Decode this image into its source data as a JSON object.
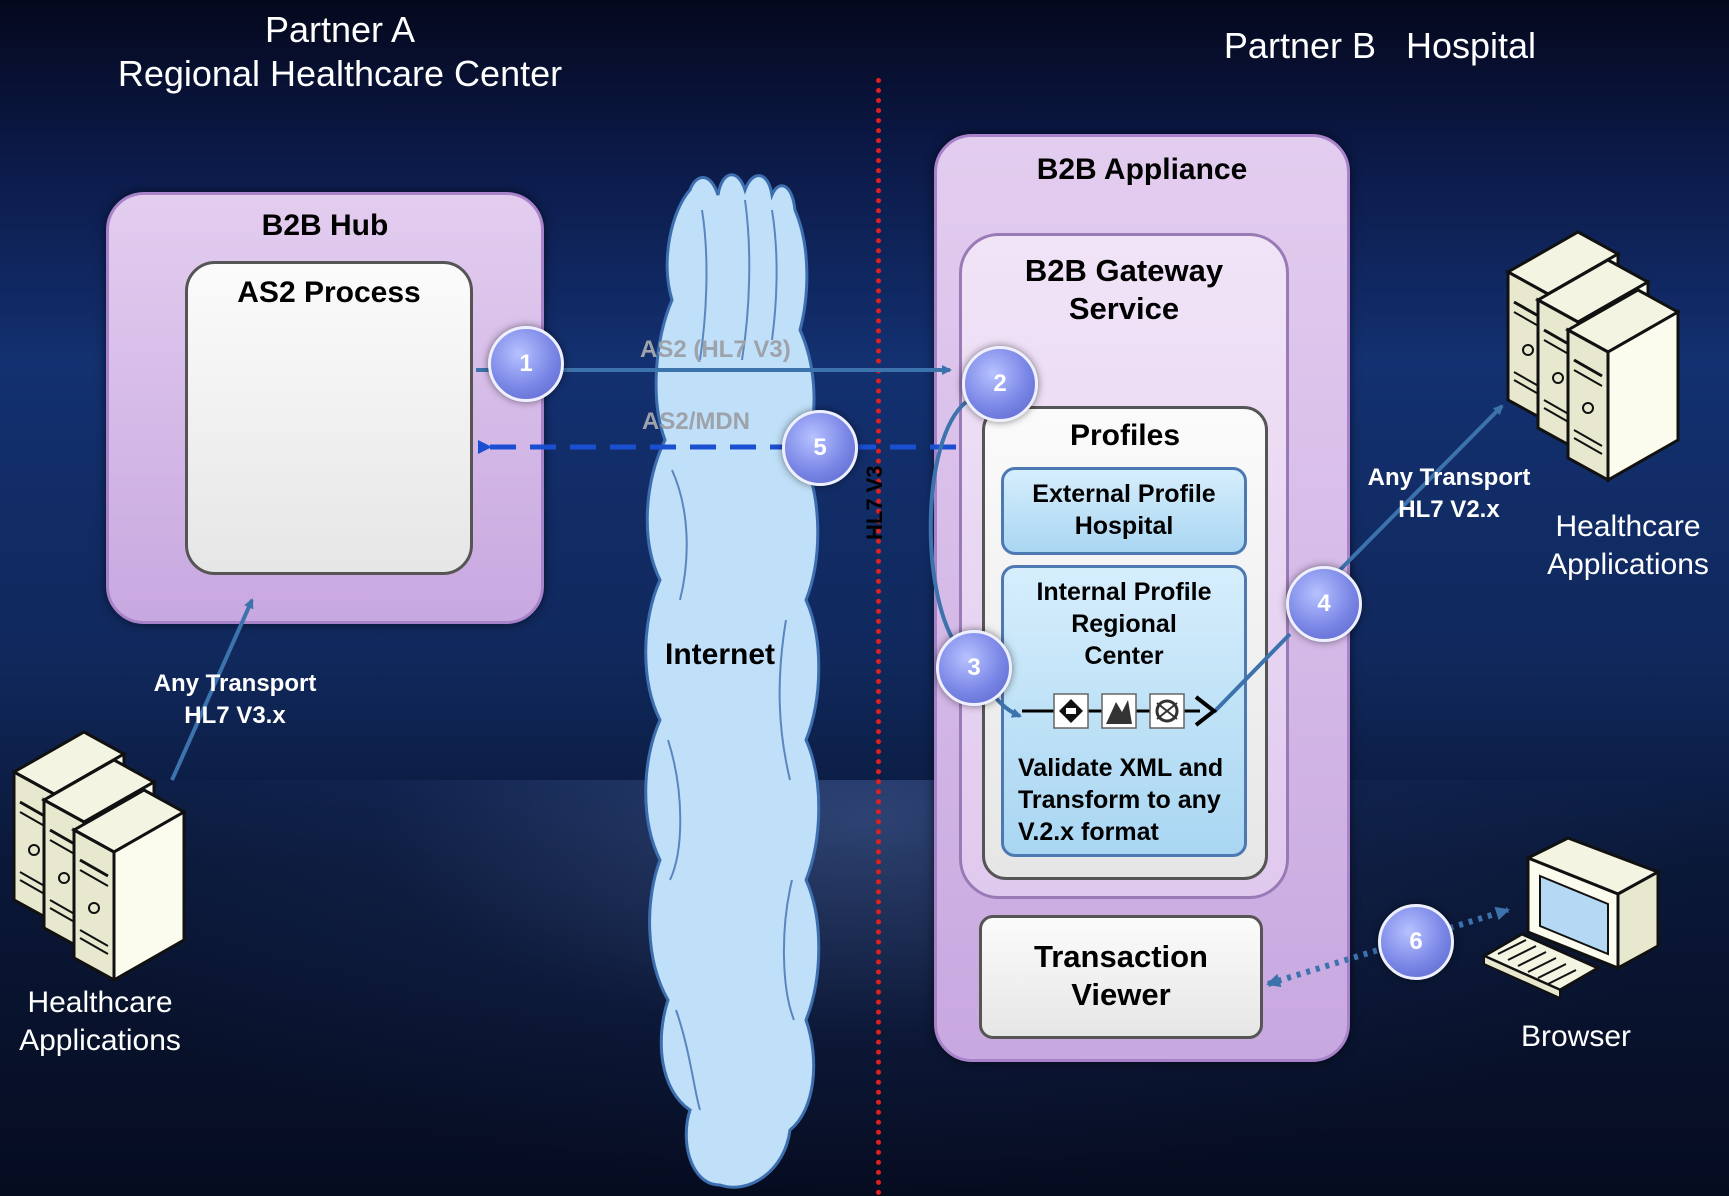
{
  "partner_a": {
    "line1": "Partner A",
    "line2": "Regional Healthcare Center"
  },
  "partner_b": {
    "label": "Partner B   Hospital"
  },
  "b2b_hub": {
    "title": "B2B Hub",
    "process": "AS2 Process"
  },
  "b2b_appliance": {
    "title": "B2B Appliance",
    "gateway_line1": "B2B Gateway",
    "gateway_line2": "Service",
    "profiles_title": "Profiles",
    "external_line1": "External Profile",
    "external_line2": "Hospital",
    "internal_line1": "Internal Profile",
    "internal_line2": "Regional",
    "internal_line3": "Center",
    "validate_line1": "Validate XML and",
    "validate_line2": "Transform to any",
    "validate_line3": "V.2.x format",
    "viewer_line1": "Transaction",
    "viewer_line2": "Viewer"
  },
  "internet": {
    "label": "Internet"
  },
  "flows": {
    "as2_hl7v3": "AS2 (HL7 V3)",
    "as2_mdn": "AS2/MDN",
    "hl7v3_vertical": "HL7 V3",
    "left_transport_line1": "Any Transport",
    "left_transport_line2": "HL7 V3.x",
    "right_transport_line1": "Any Transport",
    "right_transport_line2": "HL7 V2.x"
  },
  "steps": [
    "1",
    "2",
    "3",
    "4",
    "5",
    "6"
  ],
  "left_servers": {
    "line1": "Healthcare",
    "line2": "Applications"
  },
  "right_servers": {
    "line1": "Healthcare",
    "line2": "Applications"
  },
  "browser": {
    "label": "Browser"
  },
  "colors": {
    "background": "#0b1845",
    "purple": "#c8a8e0",
    "cloud": "#b8dcf6",
    "step_circle": "#7b87e6",
    "divider": "#e02020",
    "mdn_arrow": "#1a4fd1"
  }
}
